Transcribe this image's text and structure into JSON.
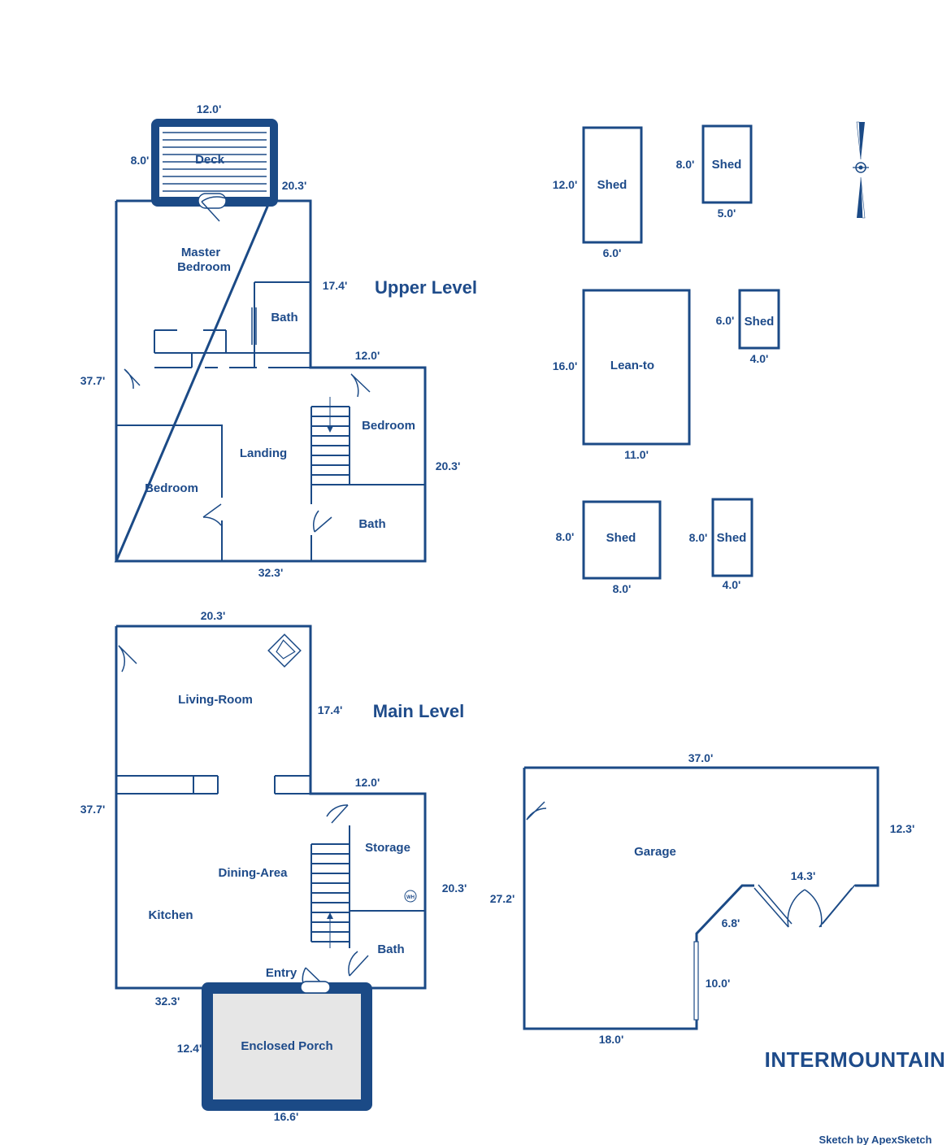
{
  "levels": {
    "upper": "Upper Level",
    "main": "Main Level"
  },
  "upper": {
    "deck": "Deck",
    "master_bedroom_line1": "Master",
    "master_bedroom_line2": "Bedroom",
    "bath_upper": "Bath",
    "bedroom_right": "Bedroom",
    "landing": "Landing",
    "bedroom_left": "Bedroom",
    "bath_lower": "Bath",
    "dims": {
      "deck_top": "12.0'",
      "deck_left": "8.0'",
      "deck_right": "20.3'",
      "master_right": "17.4'",
      "wing_top": "12.0'",
      "left": "37.7'",
      "right": "20.3'",
      "bottom": "32.3'"
    }
  },
  "main": {
    "living_room": "Living-Room",
    "storage": "Storage",
    "dining_area": "Dining-Area",
    "kitchen": "Kitchen",
    "bath": "Bath",
    "entry": "Entry",
    "enclosed_porch": "Enclosed Porch",
    "water_heater": "WH",
    "dims": {
      "top": "20.3'",
      "living_right": "17.4'",
      "wing_top": "12.0'",
      "left": "37.7'",
      "right": "20.3'",
      "bottom": "32.3'",
      "porch_left": "12.4'",
      "porch_bottom": "16.6'"
    }
  },
  "outbuildings": {
    "shed_1": {
      "label": "Shed",
      "side": "12.0'",
      "bottom": "6.0'"
    },
    "shed_2": {
      "label": "Shed",
      "side": "8.0'",
      "bottom": "5.0'"
    },
    "lean_to": {
      "label": "Lean-to",
      "side": "16.0'",
      "bottom": "11.0'"
    },
    "shed_3": {
      "label": "Shed",
      "side": "6.0'",
      "bottom": "4.0'"
    },
    "shed_4": {
      "label": "Shed",
      "side": "8.0'",
      "bottom": "8.0'"
    },
    "shed_5": {
      "label": "Shed",
      "side": "8.0'",
      "bottom": "4.0'"
    }
  },
  "garage": {
    "label": "Garage",
    "dims": {
      "top": "37.0'",
      "right": "12.3'",
      "door": "14.3'",
      "angle": "6.8'",
      "inner": "10.0'",
      "left": "27.2'",
      "bottom": "18.0'"
    }
  },
  "watermark": "INTERMOUNTAIN",
  "credit": "Sketch by ApexSketch",
  "colors": {
    "wall": "#1b4a86",
    "text": "#1e4b8a",
    "porch_fill": "#e6e6e6"
  }
}
